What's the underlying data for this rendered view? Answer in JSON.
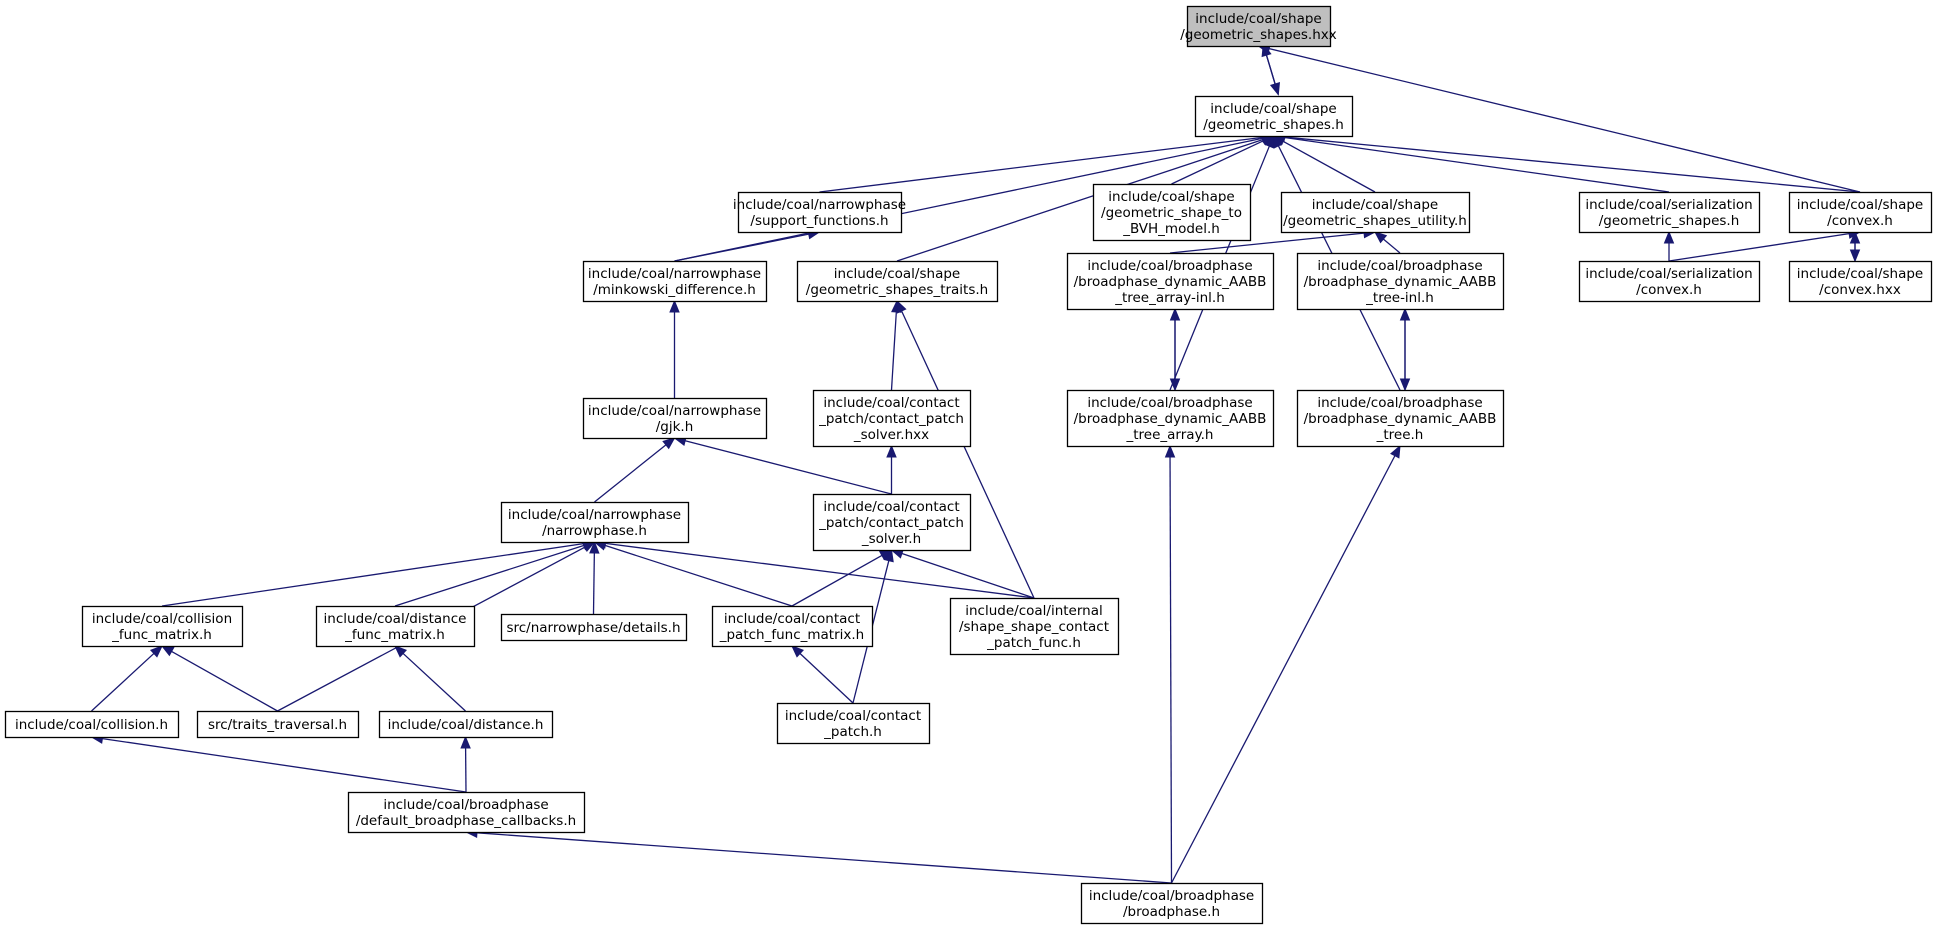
{
  "colors": {
    "edge": "#191970",
    "root_fill": "#bfbfbf",
    "node_fill": "#ffffff",
    "border": "#000000"
  },
  "nodes": [
    {
      "id": "n_root",
      "name": "node-geometric-shapes-hxx",
      "lines": [
        "include/coal/shape",
        "/geometric_shapes.hxx"
      ],
      "root": true
    },
    {
      "id": "n_gsh",
      "name": "node-geometric-shapes-h",
      "lines": [
        "include/coal/shape",
        "/geometric_shapes.h"
      ]
    },
    {
      "id": "n_sup",
      "name": "node-support-functions-h",
      "lines": [
        "include/coal/narrowphase",
        "/support_functions.h"
      ]
    },
    {
      "id": "n_bvh",
      "name": "node-geometric-shape-to-bvh-model-h",
      "lines": [
        "include/coal/shape",
        "/geometric_shape_to",
        "_BVH_model.h"
      ]
    },
    {
      "id": "n_util",
      "name": "node-geometric-shapes-utility-h",
      "lines": [
        "include/coal/shape",
        "/geometric_shapes_utility.h"
      ]
    },
    {
      "id": "n_ser",
      "name": "node-serialization-geometric-shapes-h",
      "lines": [
        "include/coal/serialization",
        "/geometric_shapes.h"
      ]
    },
    {
      "id": "n_cvx",
      "name": "node-convex-h",
      "lines": [
        "include/coal/shape",
        "/convex.h"
      ]
    },
    {
      "id": "n_mink",
      "name": "node-minkowski-difference-h",
      "lines": [
        "include/coal/narrowphase",
        "/minkowski_difference.h"
      ]
    },
    {
      "id": "n_trait",
      "name": "node-geometric-shapes-traits-h",
      "lines": [
        "include/coal/shape",
        "/geometric_shapes_traits.h"
      ]
    },
    {
      "id": "n_arrinl",
      "name": "node-broadphase-dynamic-aabb-tree-array-inl-h",
      "lines": [
        "include/coal/broadphase",
        "/broadphase_dynamic_AABB",
        "_tree_array-inl.h"
      ]
    },
    {
      "id": "n_treeinl",
      "name": "node-broadphase-dynamic-aabb-tree-inl-h",
      "lines": [
        "include/coal/broadphase",
        "/broadphase_dynamic_AABB",
        "_tree-inl.h"
      ]
    },
    {
      "id": "n_serc",
      "name": "node-serialization-convex-h",
      "lines": [
        "include/coal/serialization",
        "/convex.h"
      ]
    },
    {
      "id": "n_cvxhxx",
      "name": "node-convex-hxx",
      "lines": [
        "include/coal/shape",
        "/convex.hxx"
      ]
    },
    {
      "id": "n_gjk",
      "name": "node-gjk-h",
      "lines": [
        "include/coal/narrowphase",
        "/gjk.h"
      ]
    },
    {
      "id": "n_cpshxx",
      "name": "node-contact-patch-solver-hxx",
      "lines": [
        "include/coal/contact",
        "_patch/contact_patch",
        "_solver.hxx"
      ]
    },
    {
      "id": "n_arr",
      "name": "node-broadphase-dynamic-aabb-tree-array-h",
      "lines": [
        "include/coal/broadphase",
        "/broadphase_dynamic_AABB",
        "_tree_array.h"
      ]
    },
    {
      "id": "n_tree",
      "name": "node-broadphase-dynamic-aabb-tree-h",
      "lines": [
        "include/coal/broadphase",
        "/broadphase_dynamic_AABB",
        "_tree.h"
      ]
    },
    {
      "id": "n_narrow",
      "name": "node-narrowphase-h",
      "lines": [
        "include/coal/narrowphase",
        "/narrowphase.h"
      ]
    },
    {
      "id": "n_cpsh",
      "name": "node-contact-patch-solver-h",
      "lines": [
        "include/coal/contact",
        "_patch/contact_patch",
        "_solver.h"
      ]
    },
    {
      "id": "n_cfm",
      "name": "node-collision-func-matrix-h",
      "lines": [
        "include/coal/collision",
        "_func_matrix.h"
      ]
    },
    {
      "id": "n_dfm",
      "name": "node-distance-func-matrix-h",
      "lines": [
        "include/coal/distance",
        "_func_matrix.h"
      ]
    },
    {
      "id": "n_det",
      "name": "node-details-h",
      "lines": [
        "src/narrowphase/details.h"
      ]
    },
    {
      "id": "n_cpfm",
      "name": "node-contact-patch-func-matrix-h",
      "lines": [
        "include/coal/contact",
        "_patch_func_matrix.h"
      ]
    },
    {
      "id": "n_sscp",
      "name": "node-shape-shape-contact-patch-func-h",
      "lines": [
        "include/coal/internal",
        "/shape_shape_contact",
        "_patch_func.h"
      ]
    },
    {
      "id": "n_coll",
      "name": "node-collision-h",
      "lines": [
        "include/coal/collision.h"
      ]
    },
    {
      "id": "n_trav",
      "name": "node-traits-traversal-h",
      "lines": [
        "src/traits_traversal.h"
      ]
    },
    {
      "id": "n_dist",
      "name": "node-distance-h",
      "lines": [
        "include/coal/distance.h"
      ]
    },
    {
      "id": "n_cp",
      "name": "node-contact-patch-h",
      "lines": [
        "include/coal/contact",
        "_patch.h"
      ]
    },
    {
      "id": "n_dbc",
      "name": "node-default-broadphase-callbacks-h",
      "lines": [
        "include/coal/broadphase",
        "/default_broadphase_callbacks.h"
      ]
    },
    {
      "id": "n_bp",
      "name": "node-broadphase-h",
      "lines": [
        "include/coal/broadphase",
        "/broadphase.h"
      ]
    }
  ],
  "edges": [
    {
      "from": "n_gsh",
      "to": "n_root"
    },
    {
      "from": "n_root",
      "to": "n_gsh"
    },
    {
      "from": "n_cvx",
      "to": "n_root"
    },
    {
      "from": "n_bvh",
      "to": "n_gsh"
    },
    {
      "from": "n_util",
      "to": "n_gsh"
    },
    {
      "from": "n_sup",
      "to": "n_gsh"
    },
    {
      "from": "n_ser",
      "to": "n_gsh"
    },
    {
      "from": "n_cvx",
      "to": "n_gsh"
    },
    {
      "from": "n_mink",
      "to": "n_gsh"
    },
    {
      "from": "n_trait",
      "to": "n_gsh"
    },
    {
      "from": "n_arr",
      "to": "n_gsh"
    },
    {
      "from": "n_tree",
      "to": "n_gsh"
    },
    {
      "from": "n_mink",
      "to": "n_sup"
    },
    {
      "from": "n_arrinl",
      "to": "n_util"
    },
    {
      "from": "n_treeinl",
      "to": "n_util"
    },
    {
      "from": "n_serc",
      "to": "n_ser"
    },
    {
      "from": "n_serc",
      "to": "n_cvx"
    },
    {
      "from": "n_cvxhxx",
      "to": "n_cvx"
    },
    {
      "from": "n_cvx",
      "to": "n_cvxhxx"
    },
    {
      "from": "n_gjk",
      "to": "n_mink"
    },
    {
      "from": "n_cpshxx",
      "to": "n_trait"
    },
    {
      "from": "n_sscp",
      "to": "n_trait"
    },
    {
      "from": "n_arr",
      "to": "n_arrinl"
    },
    {
      "from": "n_arrinl",
      "to": "n_arr"
    },
    {
      "from": "n_tree",
      "to": "n_treeinl"
    },
    {
      "from": "n_treeinl",
      "to": "n_tree"
    },
    {
      "from": "n_narrow",
      "to": "n_gjk"
    },
    {
      "from": "n_cpsh",
      "to": "n_gjk"
    },
    {
      "from": "n_cpsh",
      "to": "n_cpshxx"
    },
    {
      "from": "n_cfm",
      "to": "n_narrow"
    },
    {
      "from": "n_trav",
      "to": "n_narrow"
    },
    {
      "from": "n_dfm",
      "to": "n_narrow"
    },
    {
      "from": "n_det",
      "to": "n_narrow"
    },
    {
      "from": "n_cpfm",
      "to": "n_narrow"
    },
    {
      "from": "n_sscp",
      "to": "n_narrow"
    },
    {
      "from": "n_cpfm",
      "to": "n_cpsh"
    },
    {
      "from": "n_cp",
      "to": "n_cpsh"
    },
    {
      "from": "n_sscp",
      "to": "n_cpsh"
    },
    {
      "from": "n_coll",
      "to": "n_cfm"
    },
    {
      "from": "n_trav",
      "to": "n_cfm"
    },
    {
      "from": "n_dist",
      "to": "n_dfm"
    },
    {
      "from": "n_cp",
      "to": "n_cpfm"
    },
    {
      "from": "n_dbc",
      "to": "n_coll"
    },
    {
      "from": "n_dbc",
      "to": "n_dist"
    },
    {
      "from": "n_bp",
      "to": "n_dbc"
    },
    {
      "from": "n_bp",
      "to": "n_arr"
    },
    {
      "from": "n_bp",
      "to": "n_tree"
    }
  ]
}
